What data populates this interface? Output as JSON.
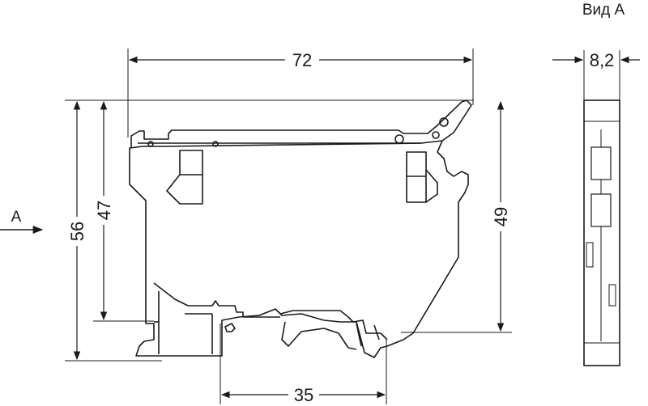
{
  "drawing": {
    "view_label": "Вид А",
    "arrow_label": "A",
    "dimensions": {
      "width_total": "72",
      "view_width": "8,2",
      "height_56": "56",
      "height_47": "47",
      "height_49": "49",
      "base_35": "35"
    },
    "colors": {
      "stroke": "#1a1a1a",
      "background": "#ffffff"
    }
  }
}
